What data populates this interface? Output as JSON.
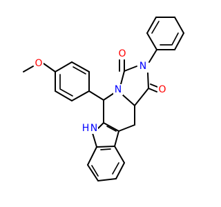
{
  "molecule": {
    "atom_labels": {
      "methoxy_oxygen": "O",
      "ring_nitrogen": "N",
      "amide_nitrogen": "N",
      "carbonyl_oxygen_top": "O",
      "carbonyl_oxygen_right": "O",
      "indole_nh": "H",
      "indole_n": "N"
    },
    "colors": {
      "oxygen": "#ff0000",
      "nitrogen": "#0000ff",
      "bond": "#000000",
      "background": "#ffffff"
    }
  }
}
